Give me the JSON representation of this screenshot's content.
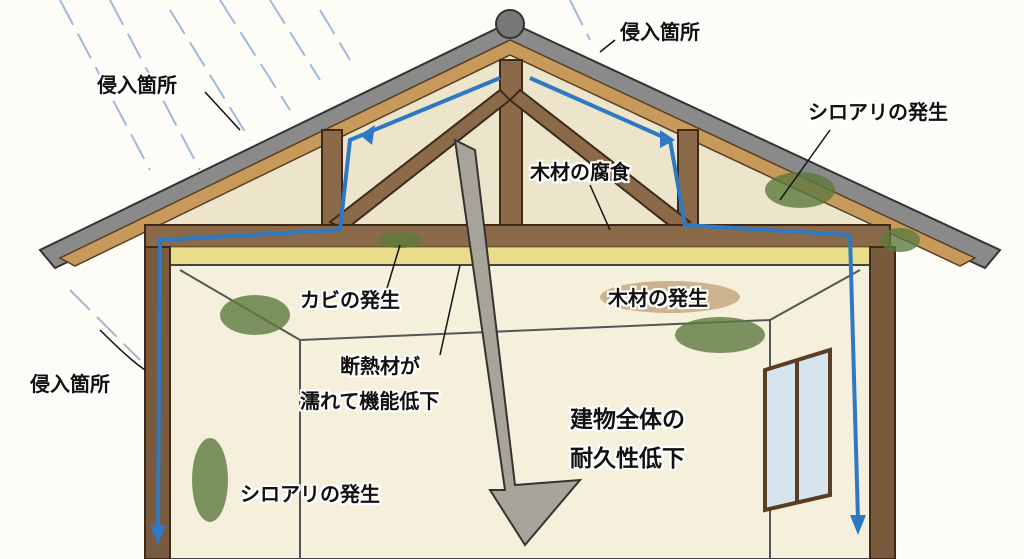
{
  "labels": {
    "intrusion_roof_right": "侵入箇所",
    "intrusion_roof_left": "侵入箇所",
    "intrusion_wall_left": "侵入箇所",
    "termites_attic": "シロアリの発生",
    "wood_decay": "木材の腐食",
    "mold": "カビの発生",
    "wood_occurrence": "木材の発生",
    "insulation_line1": "断熱材が",
    "insulation_line2": "濡れて機能低下",
    "durability_line1": "建物全体の",
    "durability_line2": "耐久性低下",
    "termites_wall": "シロアリの発生"
  },
  "colors": {
    "water_arrow": "#2f78c4",
    "wood": "#7a5a3c",
    "roof_tile": "#6b6b6b",
    "wall": "#f4f0dc",
    "mold": "#5d7a3e",
    "insulation": "#e9dc8a"
  }
}
